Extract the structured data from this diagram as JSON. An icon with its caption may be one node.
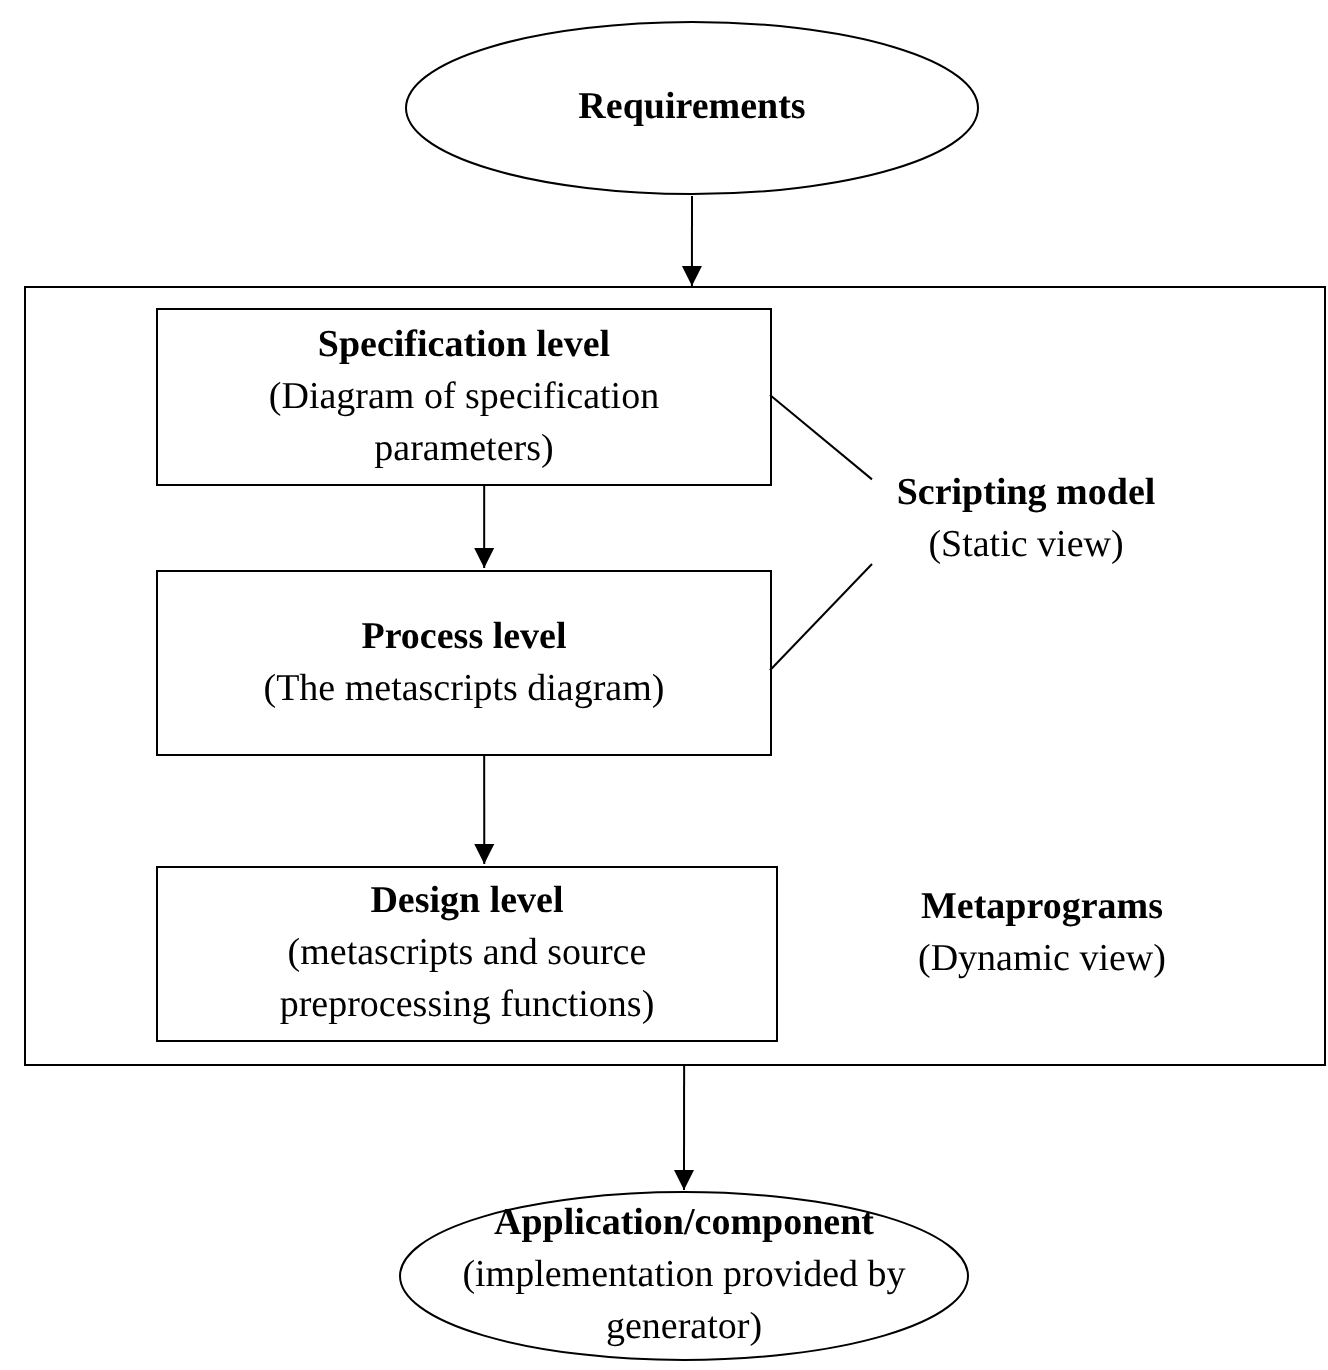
{
  "diagram": {
    "nodes": [
      {
        "text": [
          "Requirements"
        ]
      },
      {
        "text": [],
        "shape": "box"
      },
      {
        "text": [
          "Specification level",
          "(Diagram of specification parameters)"
        ],
        "in": 1
      },
      {
        "text": [
          "Process level",
          "(The metascripts diagram)"
        ],
        "in": 1
      },
      {
        "text": [
          "Design level",
          "(metascripts and source preprocessing functions)"
        ],
        "in": 1
      },
      {
        "text": [
          "Scripting model",
          "(Static view)"
        ],
        "in": 1
      },
      {
        "text": [
          "Application/component",
          "(implementation provided by generator)"
        ]
      }
    ],
    "edges": [
      {
        "from": 0,
        "to": 1,
        "arrow": "to"
      },
      {
        "from": 2,
        "to": 3,
        "arrow": "to"
      },
      {
        "from": 3,
        "to": 4,
        "arrow": "to"
      },
      {
        "from": 1,
        "to": 6,
        "arrow": "to"
      },
      {
        "from": 5,
        "to": 2,
        "arrow": "none"
      },
      {
        "from": 5,
        "to": 3,
        "arrow": "none"
      }
    ],
    "labels": [
      "Metaprograms",
      "(Dynamic view)"
    ]
  }
}
